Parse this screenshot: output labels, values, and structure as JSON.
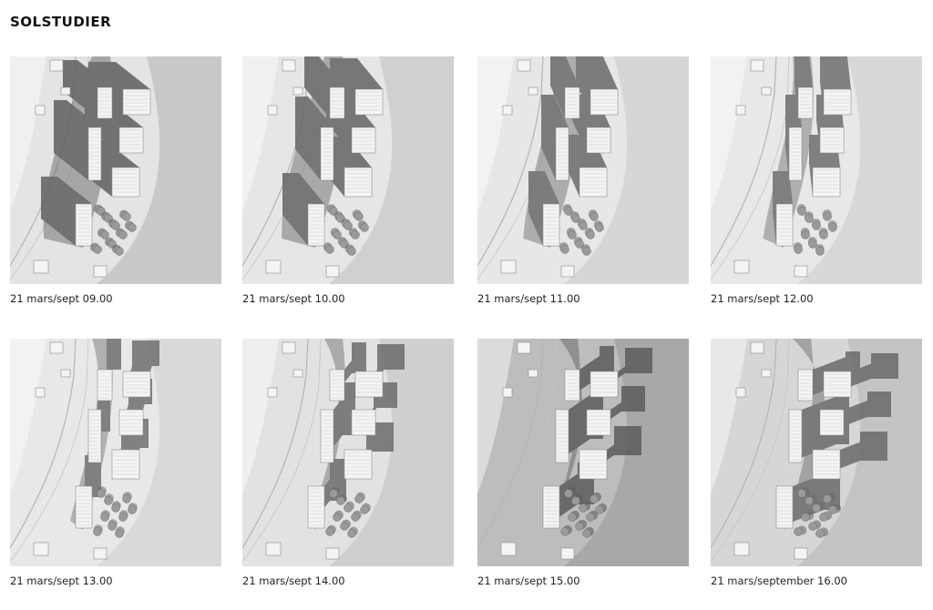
{
  "page": {
    "title": "SOLSTUDIER"
  },
  "studies": [
    {
      "caption": "21 mars/sept 09.00",
      "shadow_color": "#5f5f5f",
      "ground_color": "#e4e4e4",
      "sea_color": "#c9c9c9"
    },
    {
      "caption": "21 mars/sept 10.00",
      "shadow_color": "#646464",
      "ground_color": "#e6e6e6",
      "sea_color": "#d0d0d0"
    },
    {
      "caption": "21 mars/sept 11.00",
      "shadow_color": "#6a6a6a",
      "ground_color": "#e7e7e7",
      "sea_color": "#d6d6d6"
    },
    {
      "caption": "21 mars/sept 12.00",
      "shadow_color": "#6e6e6e",
      "ground_color": "#e8e8e8",
      "sea_color": "#d8d8d8"
    },
    {
      "caption": "21 mars/sept 13.00",
      "shadow_color": "#707070",
      "ground_color": "#e8e8e8",
      "sea_color": "#d9d9d9"
    },
    {
      "caption": "21 mars/sept 14.00",
      "shadow_color": "#6c6c6c",
      "ground_color": "#e2e2e2",
      "sea_color": "#cfcfcf"
    },
    {
      "caption": "21 mars/sept 15.00",
      "shadow_color": "#5c5c5c",
      "ground_color": "#bdbdbd",
      "sea_color": "#a8a8a8"
    },
    {
      "caption": "21 mars/september 16.00",
      "shadow_color": "#6a6a6a",
      "ground_color": "#d6d6d6",
      "sea_color": "#c4c4c4"
    }
  ]
}
